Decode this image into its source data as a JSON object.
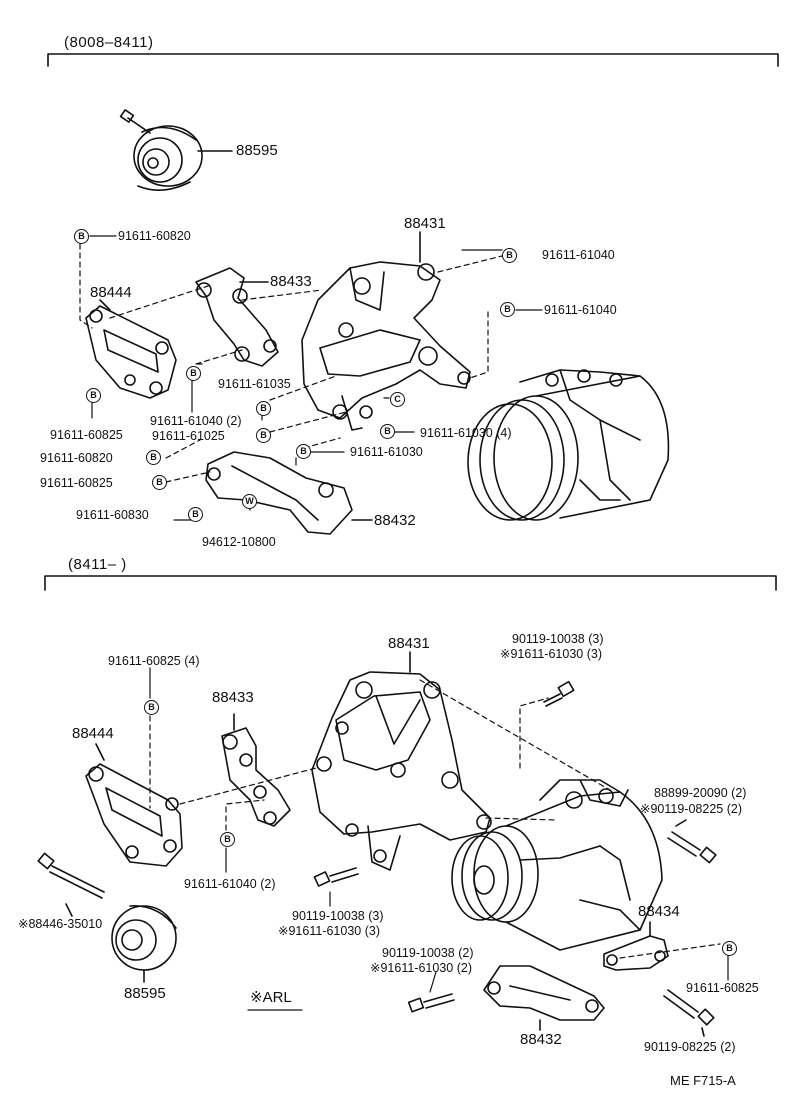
{
  "sections": {
    "top_range": "(8008–8411)",
    "bottom_range": "(8411–        )"
  },
  "top": {
    "p88595": "88595",
    "p88431": "88431",
    "p88444": "88444",
    "p88433": "88433",
    "p88432": "88432",
    "b91611_60820": "91611-60820",
    "b91611_61040_a": "91611-61040",
    "b91611_61040_b": "91611-61040",
    "b91611_60825": "91611-60825",
    "b91611_61035": "91611-61035",
    "b91611_61040_2": "91611-61040  (2)",
    "b91611_61025": "91611-61025",
    "b91611_61030_4": "91611-61030  (4)",
    "b91611_60820_b": "91611-60820",
    "b91611_61030": "91611-61030",
    "b91611_60825_b": "91611-60825",
    "b91611_60830": "91611-60830",
    "w94612_10800": "94612-10800"
  },
  "bottom": {
    "p88431": "88431",
    "p88433": "88433",
    "p88444": "88444",
    "p88595": "88595",
    "p88434": "88434",
    "p88432": "88432",
    "b91611_60825_4": "91611-60825  (4)",
    "b91611_61040_2": "91611-61040  (2)",
    "s88446_35010": "※88446-35010",
    "b90119_10038_3_top": "90119-10038  (3)",
    "s91611_61030_3_top": "※91611-61030  (3)",
    "b88899_20090_2": "88899-20090  (2)",
    "s90119_08225_2": "※90119-08225  (2)",
    "b90119_10038_3_mid": "90119-10038  (3)",
    "s91611_61030_3_mid": "※91611-61030  (3)",
    "b90119_10038_2": "90119-10038  (2)",
    "s91611_61030_2": "※91611-61030  (2)",
    "b91611_60825": "91611-60825",
    "b90119_08225_2": "90119-08225  (2)",
    "arl_note": "※ARL"
  },
  "badges": {
    "b": "B",
    "c": "C",
    "w": "W"
  },
  "footer": {
    "code": "ME   F715-A"
  }
}
